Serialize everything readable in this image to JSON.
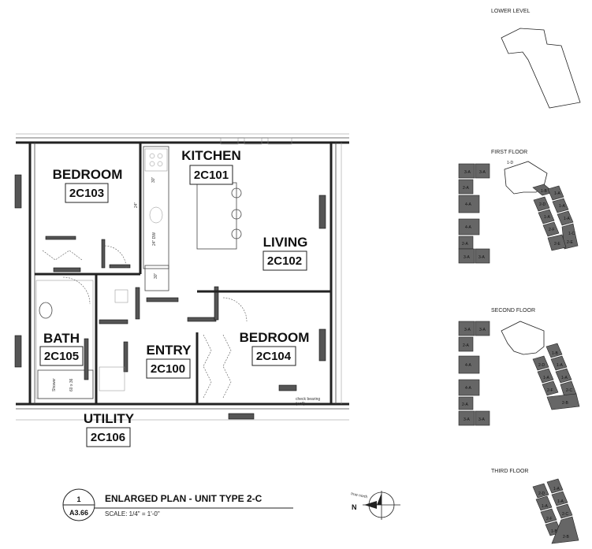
{
  "rooms": {
    "bedroom_a": {
      "name": "BEDROOM",
      "number": "2C103"
    },
    "kitchen": {
      "name": "KITCHEN",
      "number": "2C101"
    },
    "living": {
      "name": "LIVING",
      "number": "2C102"
    },
    "bath": {
      "name": "BATH",
      "number": "2C105"
    },
    "entry": {
      "name": "ENTRY",
      "number": "2C100"
    },
    "bedroom_b": {
      "name": "BEDROOM",
      "number": "2C104"
    },
    "utility": {
      "name": "UTILITY",
      "number": "2C106"
    }
  },
  "fixture_notes": {
    "counter_30a": "30\"",
    "counter_24": "24\"",
    "counter_24dw": "24\" DW",
    "counter_30b": "30\"",
    "shower": "Shower",
    "shower_size": "60 x 36",
    "check_bearing": "check bearing",
    "check_bearing_2": "(wall)"
  },
  "title_block": {
    "detail_number": "1",
    "sheet_number": "A3.66",
    "title": "ENLARGED PLAN - UNIT TYPE 2-C",
    "scale": "SCALE: 1/4\" = 1'-0\""
  },
  "north_arrow": {
    "true_north_label": "true north",
    "n_label": "N"
  },
  "key_plans": {
    "lower": {
      "label": "LOWER LEVEL"
    },
    "first": {
      "label": "FIRST FLOOR",
      "units_left": [
        "3-A",
        "3-A",
        "2-A",
        "4-A",
        "4-A",
        "2-A",
        "3-A",
        "3-A"
      ],
      "unit_top": "1-D",
      "units_right": [
        "1-B",
        "1-A",
        "2-D",
        "1-A",
        "1-A",
        "1-A",
        "2-F",
        "1-C",
        "2-E",
        "2-E"
      ]
    },
    "second": {
      "label": "SECOND FLOOR",
      "units_left": [
        "3-A",
        "3-A",
        "2-A",
        "4-A",
        "4-A",
        "2-A",
        "3-A",
        "3-A"
      ],
      "units_right": [
        "1-B",
        "2-D",
        "1-A",
        "1-A",
        "1-A",
        "2-F",
        "2-C",
        "2-B"
      ]
    },
    "third": {
      "label": "THIRD FLOOR",
      "units_right": [
        "2-D",
        "1-A",
        "1-A",
        "1-A",
        "2-F",
        "2-C",
        "2-B",
        "1-B"
      ]
    }
  }
}
